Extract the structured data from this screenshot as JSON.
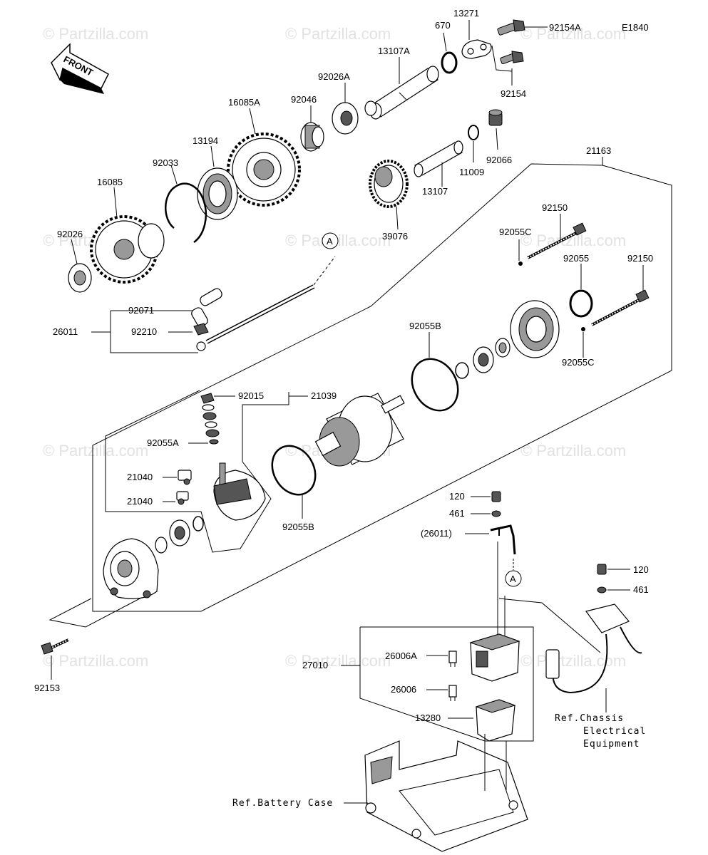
{
  "diagram_id": "E1840",
  "front_label": "FRONT",
  "watermark": "© Partzilla.com",
  "callout_a": "A",
  "labels": {
    "p92154A": "92154A",
    "p13271": "13271",
    "p670": "670",
    "p13107A": "13107A",
    "p92154": "92154",
    "p92026A": "92026A",
    "p92046": "92046",
    "p16085A": "16085A",
    "p13194": "13194",
    "p92033": "92033",
    "p16085": "16085",
    "p92026": "92026",
    "p92066": "92066",
    "p11009": "11009",
    "p13107": "13107",
    "p39076": "39076",
    "p21163": "21163",
    "p92150a": "92150",
    "p92055C_a": "92055C",
    "p92055": "92055",
    "p92150b": "92150",
    "p92055C_b": "92055C",
    "p92071": "92071",
    "p26011": "26011",
    "p92210": "92210",
    "p92055B_a": "92055B",
    "p92015": "92015",
    "p21039": "21039",
    "p92055A": "92055A",
    "p21040a": "21040",
    "p21040b": "21040",
    "p92055B_b": "92055B",
    "p120a": "120",
    "p461a": "461",
    "p26011ref": "(26011)",
    "p120b": "120",
    "p461b": "461",
    "p27010": "27010",
    "p26006A": "26006A",
    "p26006": "26006",
    "p13280": "13280",
    "p92153": "92153"
  },
  "refs": {
    "chassis_1": "Ref.Chassis",
    "chassis_2": "Electrical",
    "chassis_3": "Equipment",
    "battery": "Ref.Battery Case"
  }
}
